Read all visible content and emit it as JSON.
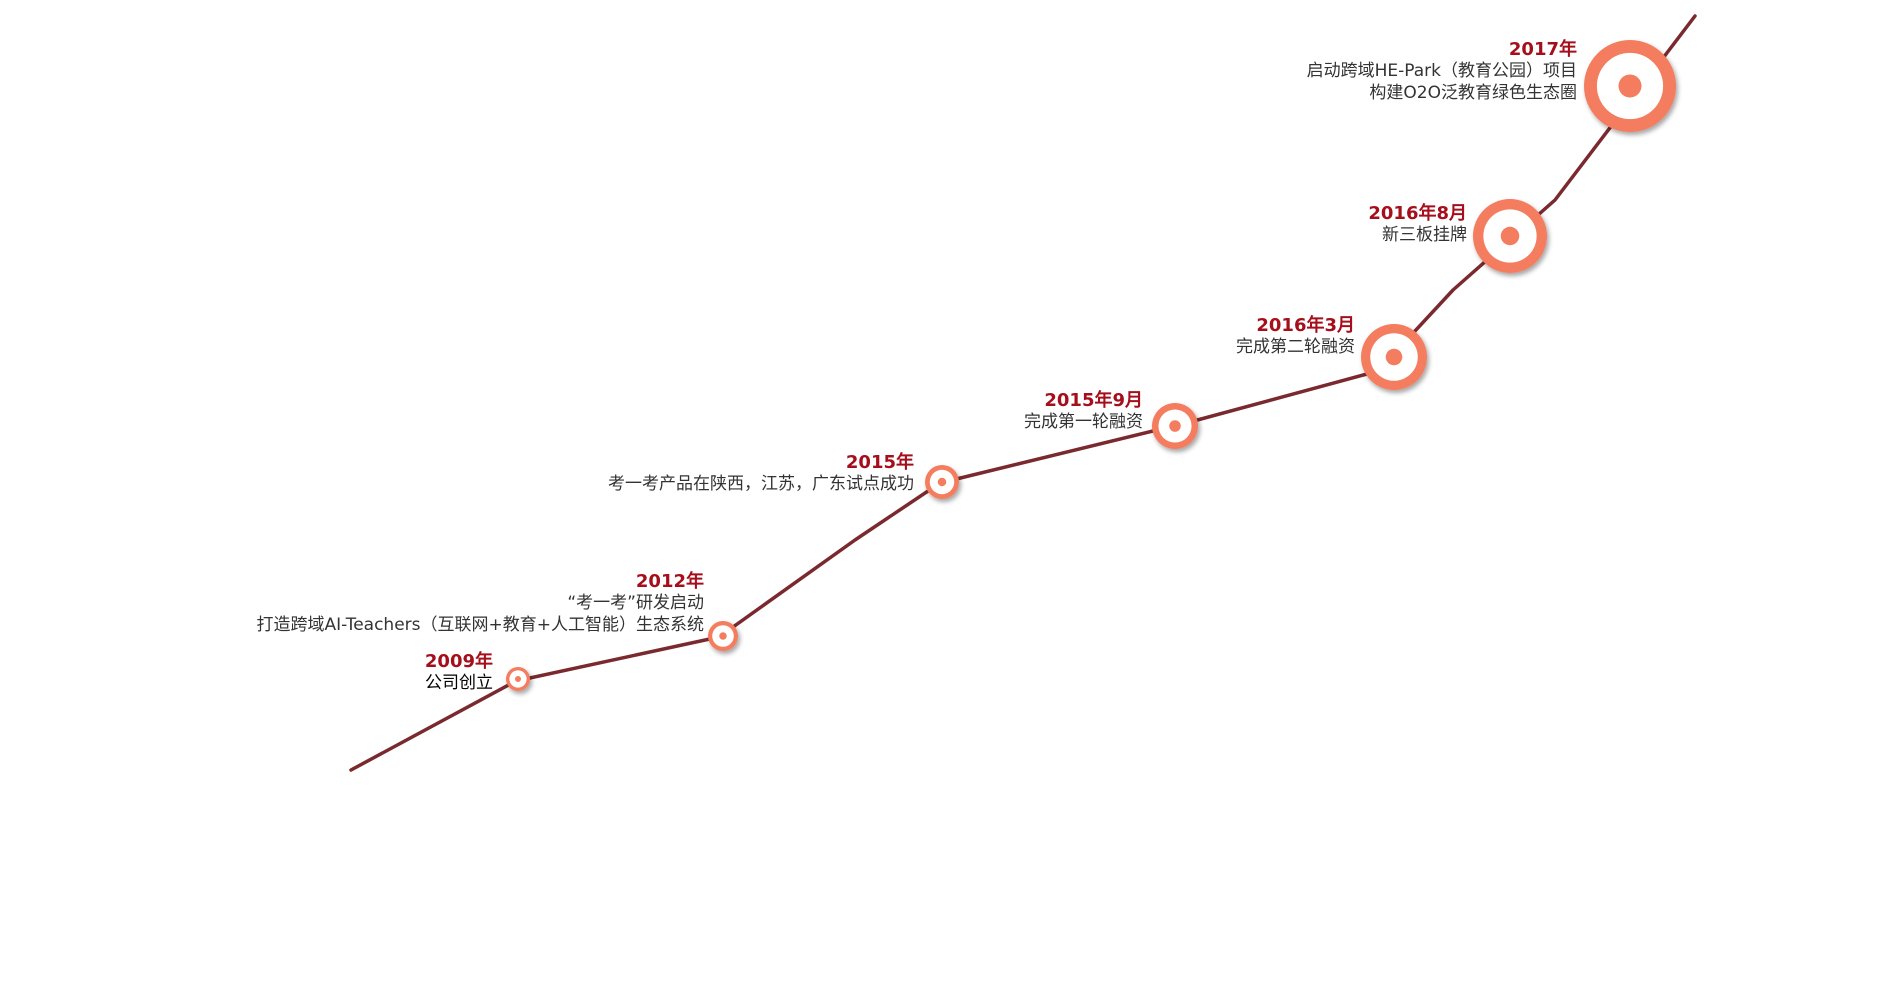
{
  "colors": {
    "line": "#7a2a2e",
    "marker_ring": "#f47c5e",
    "marker_fill": "#ffffff",
    "date_text": "#a50e1b",
    "desc_text": "#333333",
    "desc_text_first": "#000000"
  },
  "milestones": [
    {
      "date": "2009年",
      "lines": [
        "公司创立"
      ]
    },
    {
      "date": "2012年",
      "lines": [
        "“考一考”研发启动",
        "打造跨域AI-Teachers（互联网+教育+人工智能）生态系统"
      ]
    },
    {
      "date": "2015年",
      "lines": [
        "考一考产品在陕西，江苏，广东试点成功"
      ]
    },
    {
      "date": "2015年9月",
      "lines": [
        "完成第一轮融资"
      ]
    },
    {
      "date": "2016年3月",
      "lines": [
        "完成第二轮融资"
      ]
    },
    {
      "date": "2016年8月",
      "lines": [
        "新三板挂牌"
      ]
    },
    {
      "date": "2017年",
      "lines": [
        "启动跨域HE-Park（教育公园）项目",
        "构建O2O泛教育绿色生态圈"
      ]
    }
  ]
}
